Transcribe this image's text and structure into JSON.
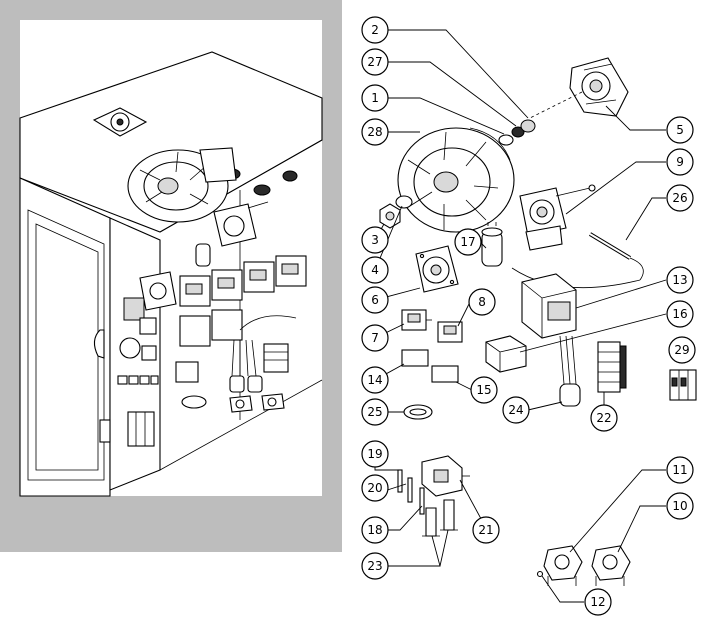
{
  "colors": {
    "frame": "#bdbdbd",
    "line": "#000000",
    "paper": "#ffffff"
  },
  "callouts": [
    {
      "id": "c2",
      "label": "2"
    },
    {
      "id": "c27",
      "label": "27"
    },
    {
      "id": "c1",
      "label": "1"
    },
    {
      "id": "c28",
      "label": "28"
    },
    {
      "id": "c5",
      "label": "5"
    },
    {
      "id": "c9",
      "label": "9"
    },
    {
      "id": "c26",
      "label": "26"
    },
    {
      "id": "c3",
      "label": "3"
    },
    {
      "id": "c17",
      "label": "17"
    },
    {
      "id": "c4",
      "label": "4"
    },
    {
      "id": "c13",
      "label": "13"
    },
    {
      "id": "c6",
      "label": "6"
    },
    {
      "id": "c8",
      "label": "8"
    },
    {
      "id": "c16",
      "label": "16"
    },
    {
      "id": "c7",
      "label": "7"
    },
    {
      "id": "c29",
      "label": "29"
    },
    {
      "id": "c14",
      "label": "14"
    },
    {
      "id": "c15",
      "label": "15"
    },
    {
      "id": "c24",
      "label": "24"
    },
    {
      "id": "c22",
      "label": "22"
    },
    {
      "id": "c25",
      "label": "25"
    },
    {
      "id": "c19",
      "label": "19"
    },
    {
      "id": "c11",
      "label": "11"
    },
    {
      "id": "c20",
      "label": "20"
    },
    {
      "id": "c10",
      "label": "10"
    },
    {
      "id": "c21",
      "label": "21"
    },
    {
      "id": "c18",
      "label": "18"
    },
    {
      "id": "c23",
      "label": "23"
    },
    {
      "id": "c12",
      "label": "12"
    }
  ]
}
